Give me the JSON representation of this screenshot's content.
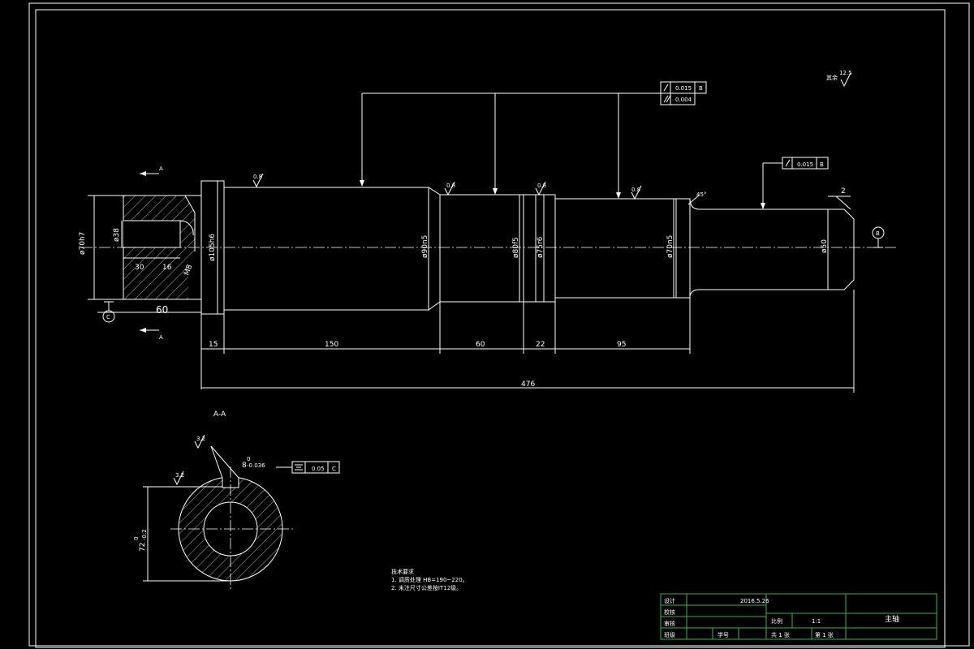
{
  "dims": {
    "d_left": "ø70h7",
    "d_bore": "ø38",
    "len_30": "30",
    "len_16": "16",
    "thread": "M8",
    "len_60": "60",
    "d_flange": "ø105h6",
    "d_90": "ø90n5",
    "d_80": "ø80f5",
    "d_75": "ø75r6",
    "d_70": "ø70n5",
    "d_50": "ø50",
    "len_15": "15",
    "len_150": "150",
    "len_60b": "60",
    "len_22": "22",
    "len_95": "95",
    "len_476": "476",
    "chamfer_2": "2",
    "chamfer_45": "45°"
  },
  "roughness": {
    "r1": "0.8",
    "r2": "0.8",
    "r3": "0.8",
    "r4": "0.8",
    "other": "12.5",
    "other_prefix": "其余",
    "sec1": "3.2",
    "sec2": "3.2"
  },
  "tolerances": {
    "top_row1_value": "0.015",
    "top_row1_datum": "B",
    "top_row2_value": "0.004",
    "right_value": "0.015",
    "right_datum": "B",
    "sec_value": "0.05",
    "sec_datum": "C"
  },
  "datums": {
    "c": "C",
    "b": "B"
  },
  "section": {
    "view_label": "A-A",
    "cut_label_top": "A",
    "cut_label_bottom": "A",
    "key_width": "8",
    "key_tol_upper": "0",
    "key_tol_lower": "-0.036",
    "depth": "72",
    "depth_tol_upper": "0",
    "depth_tol_lower": "-0.2"
  },
  "notes": {
    "title": "技术要求",
    "line1": "1. 调质处理 HB=190~220。",
    "line2": "2. 未注尺寸公差按IT12级。"
  },
  "title_block": {
    "design_label": "设计",
    "date": "2016.5.26",
    "check_label": "校核",
    "review_label": "审核",
    "class_label": "班级",
    "student_id_label": "学号",
    "scale_label": "比例",
    "scale_value": "1:1",
    "part_name": "主轴",
    "sheets_total": "共 1 张",
    "sheet_no": "第 1 张"
  }
}
